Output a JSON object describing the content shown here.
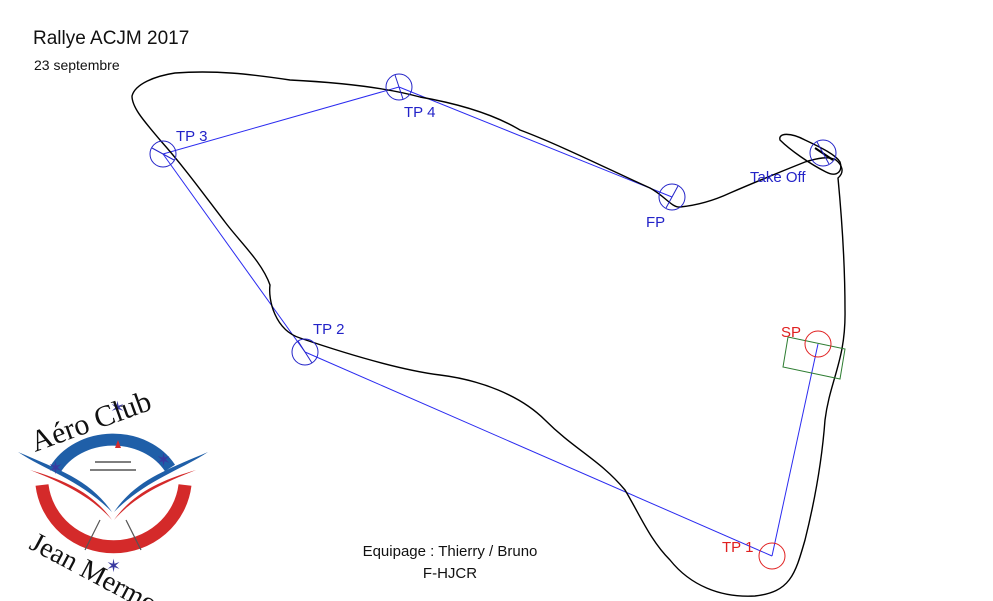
{
  "header": {
    "title": "Rallye ACJM 2017",
    "date": "23 septembre"
  },
  "crew": {
    "line1": "Equipage : Thierry / Bruno",
    "line2": "F-HJCR"
  },
  "waypoints": [
    {
      "id": "take-off",
      "label": "Take Off",
      "color": "#2323c8"
    },
    {
      "id": "sp",
      "label": "SP",
      "color": "#e02020"
    },
    {
      "id": "tp1",
      "label": "TP 1",
      "color": "#e02020"
    },
    {
      "id": "tp2",
      "label": "TP 2",
      "color": "#2323c8"
    },
    {
      "id": "tp3",
      "label": "TP 3",
      "color": "#2323c8"
    },
    {
      "id": "tp4",
      "label": "TP 4",
      "color": "#2323c8"
    },
    {
      "id": "fp",
      "label": "FP",
      "color": "#2323c8"
    }
  ],
  "logo": {
    "top_text": "Aéro Club",
    "bottom_text": "Jean Mermoz"
  },
  "colors": {
    "route": "#2b2bf0",
    "track": "#000000",
    "sp_box": "#2e7d32",
    "logo_blue": "#1f5fa8",
    "logo_red": "#d42a2a",
    "logo_navy": "#2a2a6a"
  }
}
